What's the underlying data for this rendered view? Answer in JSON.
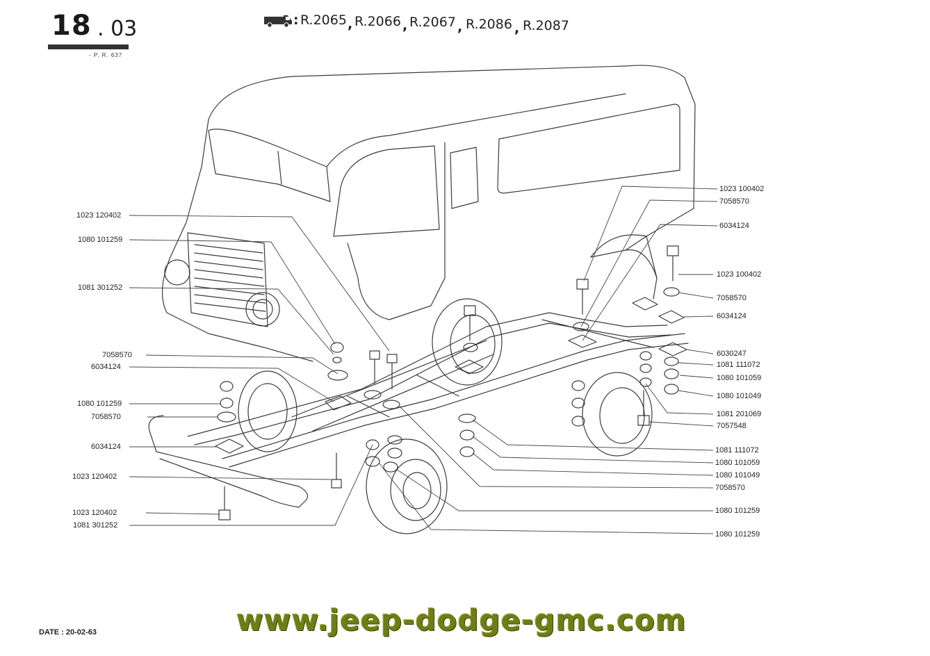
{
  "header": {
    "section_major": "18",
    "section_minor": ". 03",
    "pr_ref": "- P. R. 637",
    "models_icon": "van-icon",
    "models_separator": ":",
    "models": [
      "R.2065",
      "R.2066",
      "R.2067",
      "R.2086",
      "R.2087"
    ]
  },
  "callouts": {
    "left": [
      "1023 120402",
      "1080 101259",
      "1081 301252",
      "7058570",
      "6034124",
      "1080 101259",
      "7058570",
      "6034124",
      "1023 120402",
      "1023 120402",
      "1081 301252"
    ],
    "right": [
      "1023 100402",
      "7058570",
      "6034124",
      "1023 100402",
      "7058570",
      "6034124",
      "6030247",
      "1081 111072",
      "1080 101059",
      "1080 101049",
      "1081 201069",
      "7057548",
      "1081 111072",
      "1080 101059",
      "1080 101049",
      "7058570",
      "1080 101259",
      "1080 101259"
    ]
  },
  "footer": {
    "date": "DATE : 20-02-63",
    "watermark": "www.jeep-dodge-gmc.com"
  },
  "colors": {
    "ink": "#222222",
    "watermark": "#6f7d17",
    "paper": "#ffffff"
  }
}
